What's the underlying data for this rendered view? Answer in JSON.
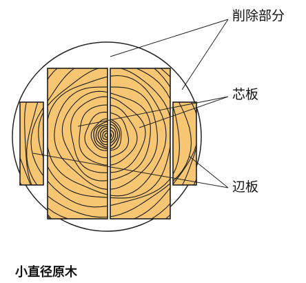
{
  "labels": {
    "removed": "削除部分",
    "core": "芯板",
    "side": "辺板"
  },
  "caption": "小直径原木",
  "colors": {
    "wood": "#f6c673",
    "wood_light": "#fbdc9c",
    "ring": "#1a1a1a",
    "outline": "#222222"
  }
}
